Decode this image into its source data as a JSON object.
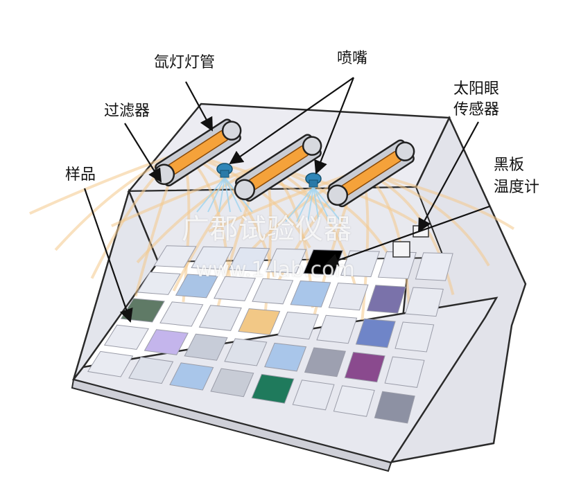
{
  "labels": {
    "xenon_tube": "氙灯灯管",
    "nozzle": "喷嘴",
    "filter": "过滤器",
    "sun_eye_line1": "太阳眼",
    "sun_eye_line2": "传感器",
    "sample": "样品",
    "black_panel_line1": "黑板",
    "black_panel_line2": "温度计"
  },
  "watermark": {
    "title": "广郡试验仪器",
    "url": "www.1-lab.com"
  },
  "colors": {
    "chamber_fill": "#e6e7ee",
    "chamber_stroke": "#2a2a2a",
    "lamp_core": "#f5a23a",
    "nozzle": "#2f86b8",
    "light_rays": "#f4c98a",
    "spray": "#9fd4f0"
  },
  "sample_tray": {
    "rows": [
      [
        "#e9ebf2",
        "#e6eaf3",
        "#dfe5f1",
        "#e7eaf1",
        "#000000",
        "#e5e8f0",
        "#e7e9f2",
        "#e9ebf3"
      ],
      [
        "#e8ebf2",
        "#a9c4e6",
        "#e8eaf2",
        "#e3e6ee",
        "#a9c6ea",
        "#e6e8f0",
        "#7a72aa",
        "#e8eaf1"
      ],
      [
        "#5f7a66",
        "#e8eaf1",
        "#e2e5ed",
        "#f2c886",
        "#e3e6ee",
        "#e6e8f0",
        "#6f85c8",
        "#e8eaf1"
      ],
      [
        "#e9ebf2",
        "#c4b5ec",
        "#c7ccd8",
        "#dde1ea",
        "#a9c6ea",
        "#9da0b0",
        "#8a4a8e",
        "#e6e8f0"
      ],
      [
        "#e9ebf2",
        "#dde1ea",
        "#a9c6ea",
        "#c8ccd6",
        "#1f7a5c",
        "#e6e8f0",
        "#e9ebf2",
        "#8d91a3"
      ]
    ]
  }
}
